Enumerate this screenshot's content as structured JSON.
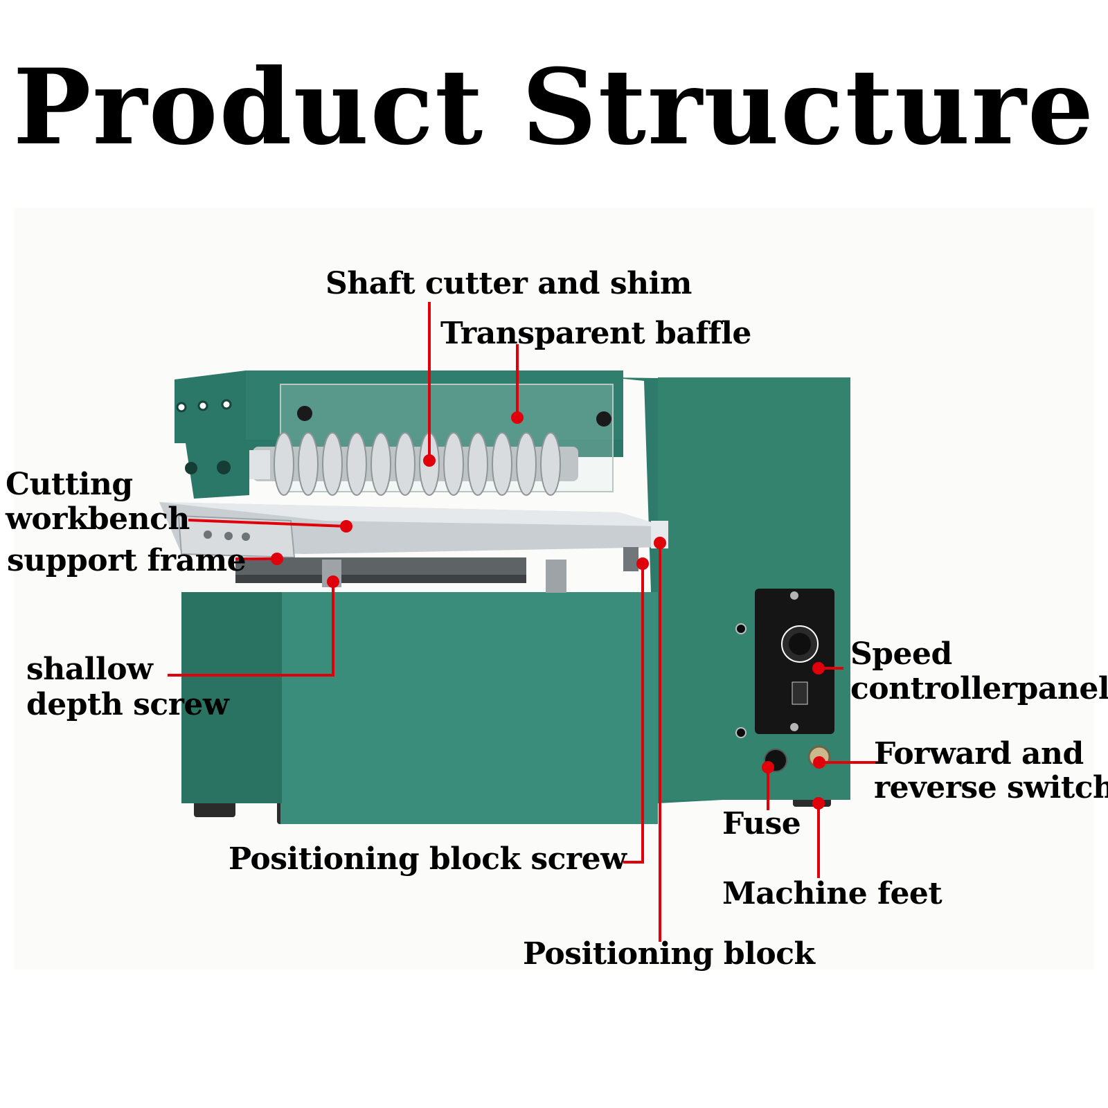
{
  "title": "Product Structure",
  "colors": {
    "leader": "#e0000b",
    "machine_body": "#2f7e6e",
    "machine_dark": "#1f5c50",
    "steel": "#c9ced2",
    "panel": "#151515"
  },
  "labels": {
    "shaft_cutter": "Shaft cutter and shim",
    "transparent_baffle": "Transparent baffle",
    "cutting_workbench": [
      "Cutting",
      "workbench"
    ],
    "support_frame": "support frame",
    "shallow_depth_screw": [
      "shallow",
      "depth screw"
    ],
    "speed_controller": [
      "Speed",
      "controllerpanel"
    ],
    "forward_reverse": [
      "Forward and",
      "reverse switch"
    ],
    "fuse": "Fuse",
    "positioning_block_screw": "Positioning block screw",
    "machine_feet": "Machine feet",
    "positioning_block": "Positioning block"
  }
}
